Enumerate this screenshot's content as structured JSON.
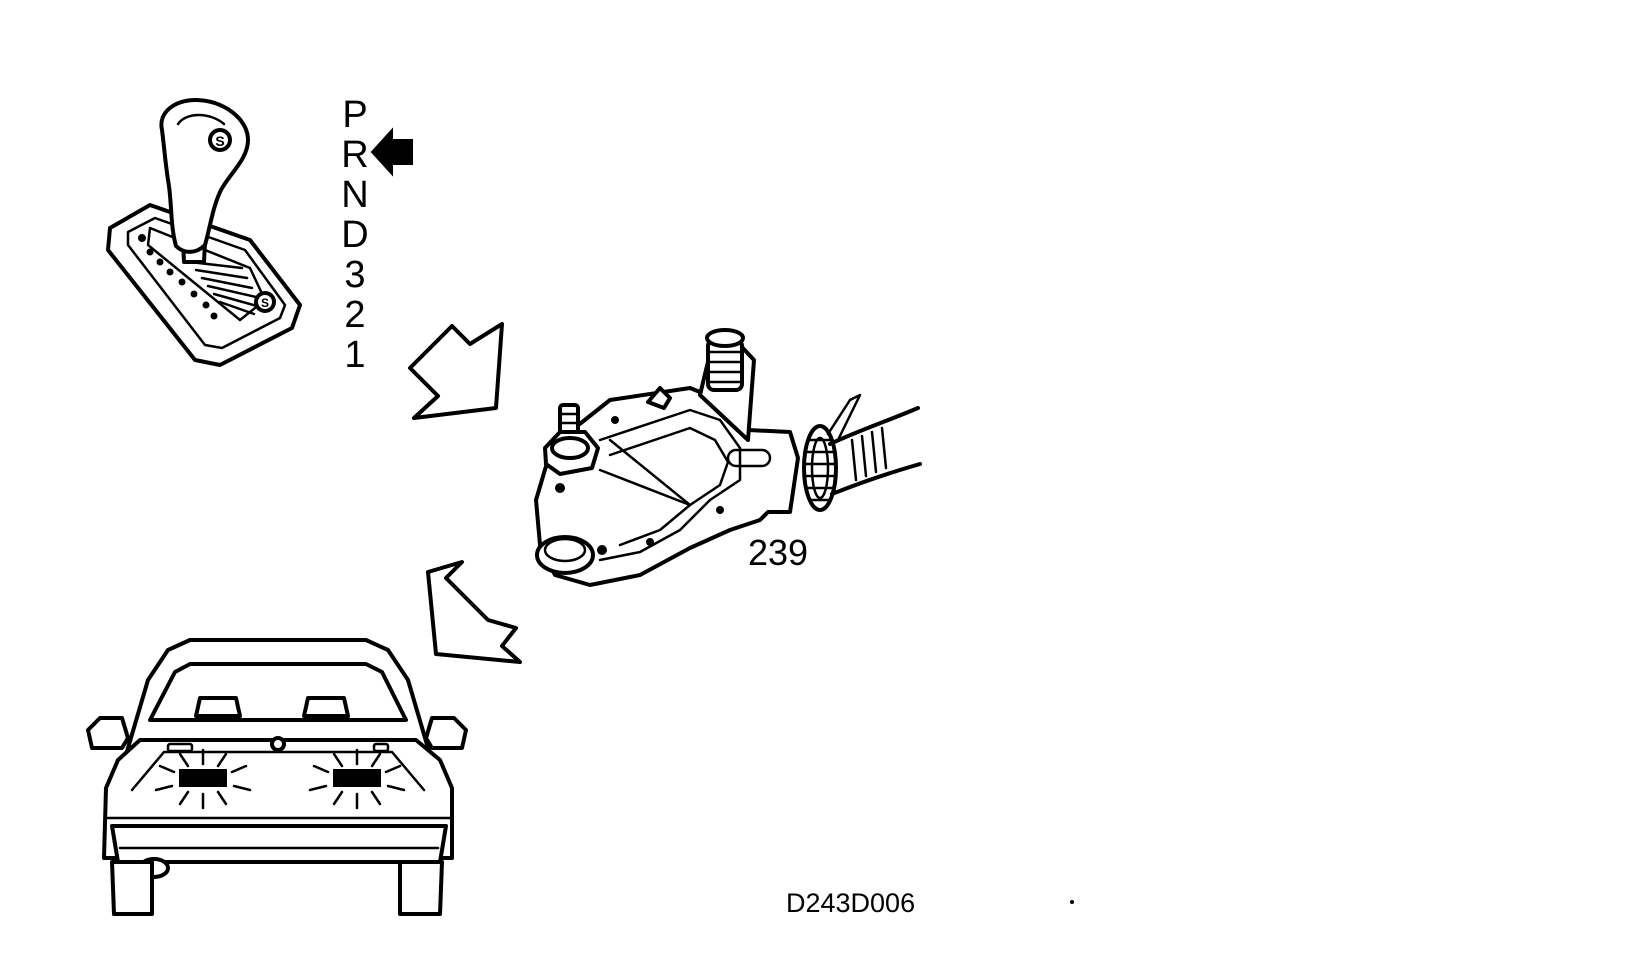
{
  "gear_positions": [
    "P",
    "R",
    "N",
    "D",
    "3",
    "2",
    "1"
  ],
  "selected_gear_index": 1,
  "part_number_label": "239",
  "figure_code": "D243D006",
  "icons": {
    "gear_lever": "gear-selector-lever-illustration",
    "indicator_arrow": "left-pointing-arrow",
    "flow_arrow_1": "down-right-arrow",
    "flow_arrow_2": "down-left-arrow",
    "switch": "gear-position-switch-illustration",
    "car": "car-rear-view-reversing-lights-illustration"
  }
}
